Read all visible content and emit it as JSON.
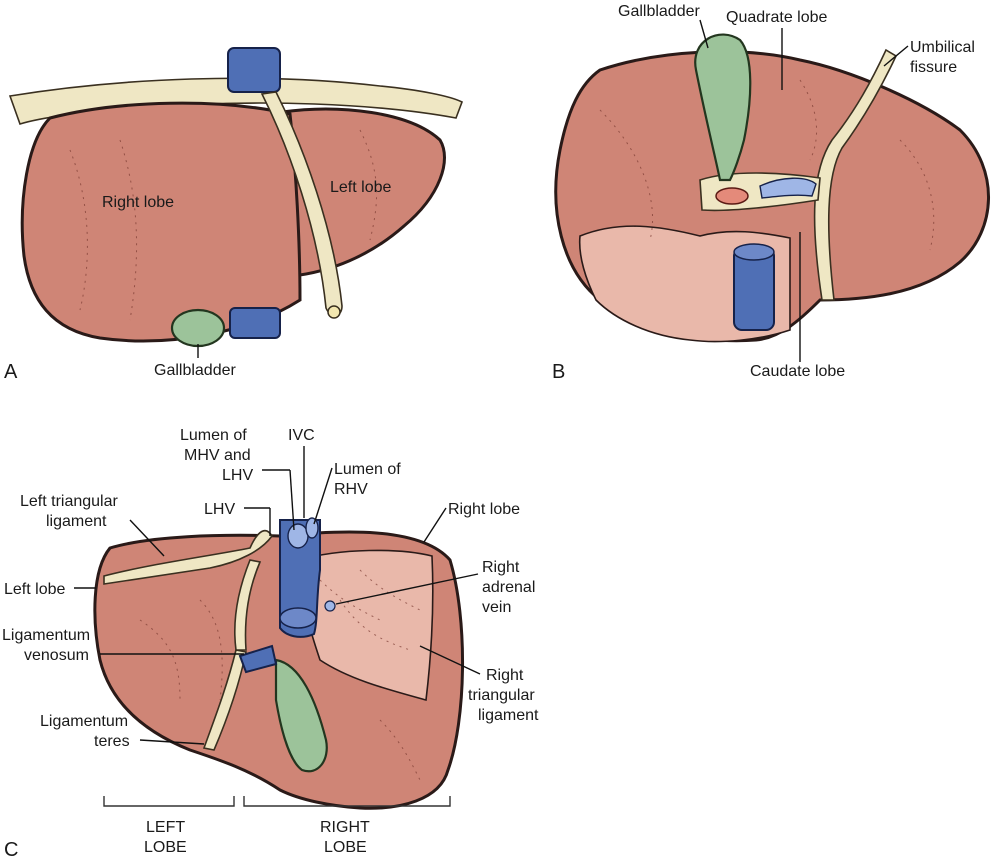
{
  "panels": {
    "a": {
      "letter": "A",
      "labels": {
        "right_lobe": "Right lobe",
        "left_lobe": "Left lobe",
        "gallbladder": "Gallbladder"
      }
    },
    "b": {
      "letter": "B",
      "labels": {
        "gallbladder": "Gallbladder",
        "quadrate_lobe": "Quadrate lobe",
        "umbilical_fissure_1": "Umbilical",
        "umbilical_fissure_2": "fissure",
        "caudate_lobe": "Caudate lobe"
      }
    },
    "c": {
      "letter": "C",
      "labels": {
        "lumen_mhv_1": "Lumen of",
        "lumen_mhv_2": "MHV and",
        "lumen_mhv_3": "LHV",
        "ivc": "IVC",
        "lumen_rhv_1": "Lumen of",
        "lumen_rhv_2": "RHV",
        "left_tri_lig_1": "Left triangular",
        "left_tri_lig_2": "ligament",
        "lhv": "LHV",
        "right_lobe": "Right lobe",
        "right_adrenal_1": "Right",
        "right_adrenal_2": "adrenal",
        "right_adrenal_3": "vein",
        "left_lobe": "Left lobe",
        "lig_venosum_1": "Ligamentum",
        "lig_venosum_2": "venosum",
        "right_tri_lig_1": "Right",
        "right_tri_lig_2": "triangular",
        "right_tri_lig_3": "ligament",
        "lig_teres_1": "Ligamentum",
        "lig_teres_2": "teres",
        "left_lobe_caption_1": "LEFT",
        "left_lobe_caption_2": "LOBE",
        "right_lobe_caption_1": "RIGHT",
        "right_lobe_caption_2": "LOBE"
      }
    }
  },
  "colors": {
    "liver": "#cf8576",
    "bare_area": "#e9b8aa",
    "ligament": "#efe7c4",
    "gallbladder": "#9cc39a",
    "vein": "#4f6fb5"
  }
}
